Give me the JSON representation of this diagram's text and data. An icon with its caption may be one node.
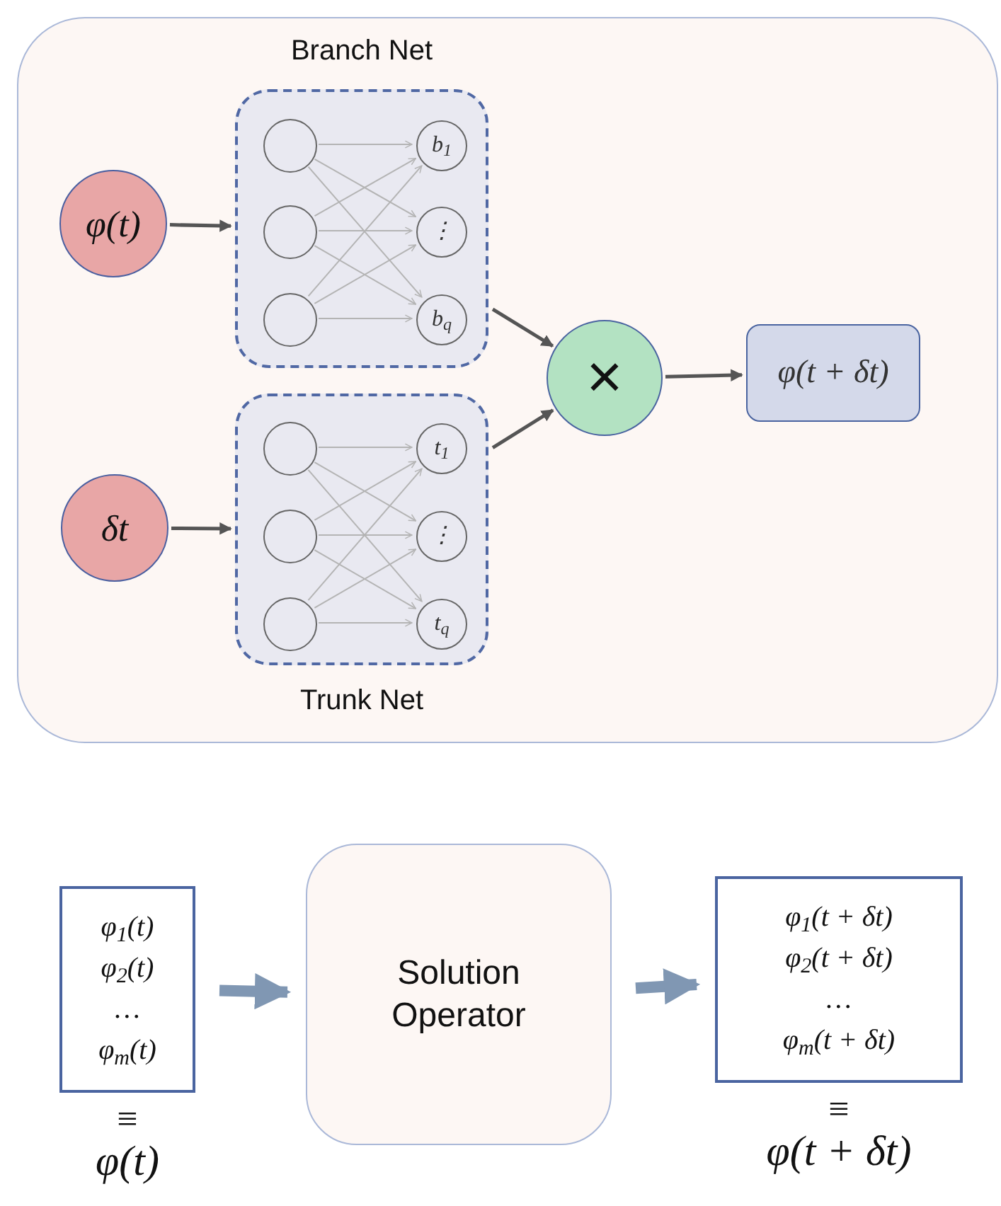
{
  "diagram": {
    "nodes": [
      {
        "text": [],
        "shape": "box"
      },
      {
        "text": [
          "φ(t)"
        ],
        "in": 0
      },
      {
        "text": [
          "Branch Net"
        ],
        "in": 0
      },
      {
        "text": [],
        "shape": "circle",
        "in": 2
      },
      {
        "text": [],
        "shape": "circle",
        "in": 2
      },
      {
        "text": [],
        "shape": "circle",
        "in": 2
      },
      {
        "text": [
          "b$_{1}$"
        ],
        "in": 2
      },
      {
        "text": [
          "⋮"
        ],
        "in": 2
      },
      {
        "text": [
          "b$_{q}$"
        ],
        "in": 2
      },
      {
        "text": [
          "δt"
        ],
        "in": 0
      },
      {
        "text": [
          "Trunk Net"
        ],
        "in": 0
      },
      {
        "text": [],
        "shape": "circle",
        "in": 10
      },
      {
        "text": [],
        "shape": "circle",
        "in": 10
      },
      {
        "text": [],
        "shape": "circle",
        "in": 10
      },
      {
        "text": [
          "t$_{1}$"
        ],
        "in": 10
      },
      {
        "text": [
          "⋮"
        ],
        "in": 10
      },
      {
        "text": [
          "t$_{q}$"
        ],
        "in": 10
      },
      {
        "text": [
          "×"
        ],
        "in": 0
      },
      {
        "text": [
          "φ(t + δt)"
        ],
        "in": 0
      },
      {
        "text": [
          "φ$_{1}$(t)",
          "φ$_{2}$(t)",
          "…",
          "φ$_{m}$(t)"
        ],
        "beside": [
          "≡",
          "φ(t)"
        ]
      },
      {
        "text": [
          "Solution Operator"
        ]
      },
      {
        "text": [
          "φ$_{1}$(t + δt)",
          "φ$_{2}$(t + δt)",
          "…",
          "φ$_{m}$(t + δt)"
        ],
        "beside": [
          "≡",
          "φ(t + δt)"
        ]
      }
    ],
    "edges": [
      {
        "from": 1,
        "to": 2,
        "arrow": "to",
        "style": "thick",
        "color": "#555555"
      },
      {
        "from": 9,
        "to": 10,
        "arrow": "to",
        "style": "thick",
        "color": "#555555"
      },
      {
        "from": 2,
        "to": 17,
        "arrow": "to",
        "style": "thick",
        "color": "#555555"
      },
      {
        "from": 10,
        "to": 17,
        "arrow": "to",
        "style": "thick",
        "color": "#555555"
      },
      {
        "from": 17,
        "to": 18,
        "arrow": "to",
        "style": "thick",
        "color": "#555555"
      },
      {
        "from": 3,
        "to": 6,
        "arrow": "to",
        "color": "#b4b4b4"
      },
      {
        "from": 3,
        "to": 7,
        "arrow": "to",
        "color": "#b4b4b4"
      },
      {
        "from": 3,
        "to": 8,
        "arrow": "to",
        "color": "#b4b4b4"
      },
      {
        "from": 4,
        "to": 6,
        "arrow": "to",
        "color": "#b4b4b4"
      },
      {
        "from": 4,
        "to": 7,
        "arrow": "to",
        "color": "#b4b4b4"
      },
      {
        "from": 4,
        "to": 8,
        "arrow": "to",
        "color": "#b4b4b4"
      },
      {
        "from": 5,
        "to": 6,
        "arrow": "to",
        "color": "#b4b4b4"
      },
      {
        "from": 5,
        "to": 7,
        "arrow": "to",
        "color": "#b4b4b4"
      },
      {
        "from": 5,
        "to": 8,
        "arrow": "to",
        "color": "#b4b4b4"
      },
      {
        "from": 11,
        "to": 14,
        "arrow": "to",
        "color": "#b4b4b4"
      },
      {
        "from": 11,
        "to": 15,
        "arrow": "to",
        "color": "#b4b4b4"
      },
      {
        "from": 11,
        "to": 16,
        "arrow": "to",
        "color": "#b4b4b4"
      },
      {
        "from": 12,
        "to": 14,
        "arrow": "to",
        "color": "#b4b4b4"
      },
      {
        "from": 12,
        "to": 15,
        "arrow": "to",
        "color": "#b4b4b4"
      },
      {
        "from": 12,
        "to": 16,
        "arrow": "to",
        "color": "#b4b4b4"
      },
      {
        "from": 13,
        "to": 14,
        "arrow": "to",
        "color": "#b4b4b4"
      },
      {
        "from": 13,
        "to": 15,
        "arrow": "to",
        "color": "#b4b4b4"
      },
      {
        "from": 13,
        "to": 16,
        "arrow": "to",
        "color": "#b4b4b4"
      },
      {
        "from": 19,
        "to": 20,
        "arrow": "to",
        "style": "thick",
        "color": "#8097b3"
      },
      {
        "from": 20,
        "to": 21,
        "arrow": "to",
        "style": "thick",
        "color": "#8097b3"
      }
    ]
  }
}
